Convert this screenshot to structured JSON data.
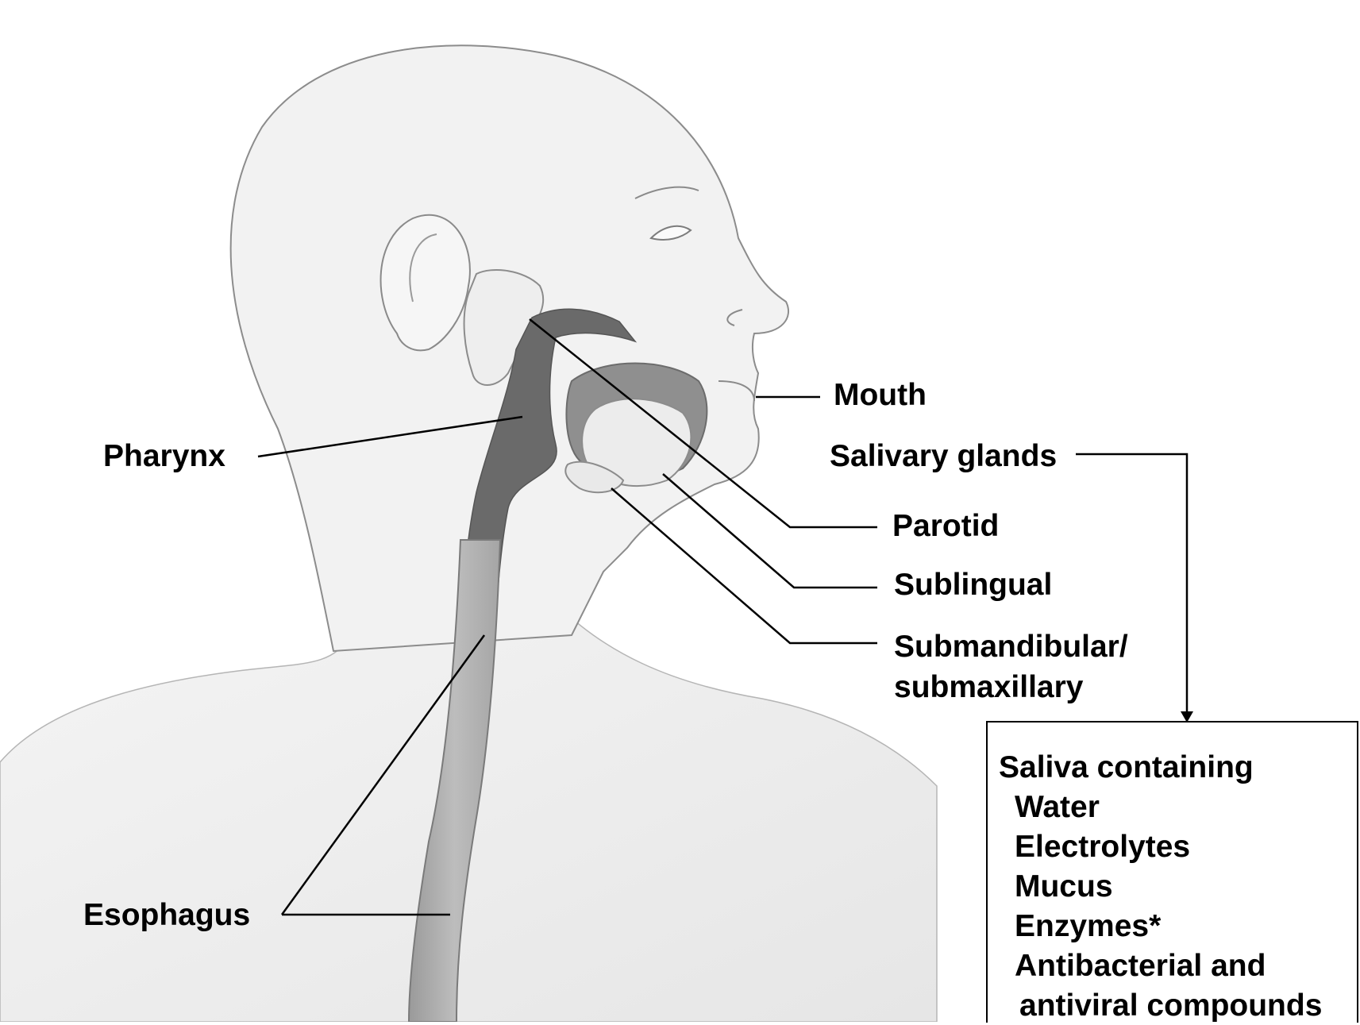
{
  "labels": {
    "mouth": "Mouth",
    "salivary_glands": "Salivary glands",
    "parotid": "Parotid",
    "sublingual": "Sublingual",
    "submandibular_line1": "Submandibular/",
    "submandibular_line2": "submaxillary",
    "pharynx": "Pharynx",
    "esophagus": "Esophagus"
  },
  "saliva_box": {
    "title": "Saliva containing",
    "items": [
      "Water",
      "Electrolytes",
      "Mucus",
      "Enzymes*",
      "Antibacterial and",
      "antiviral compounds"
    ]
  }
}
